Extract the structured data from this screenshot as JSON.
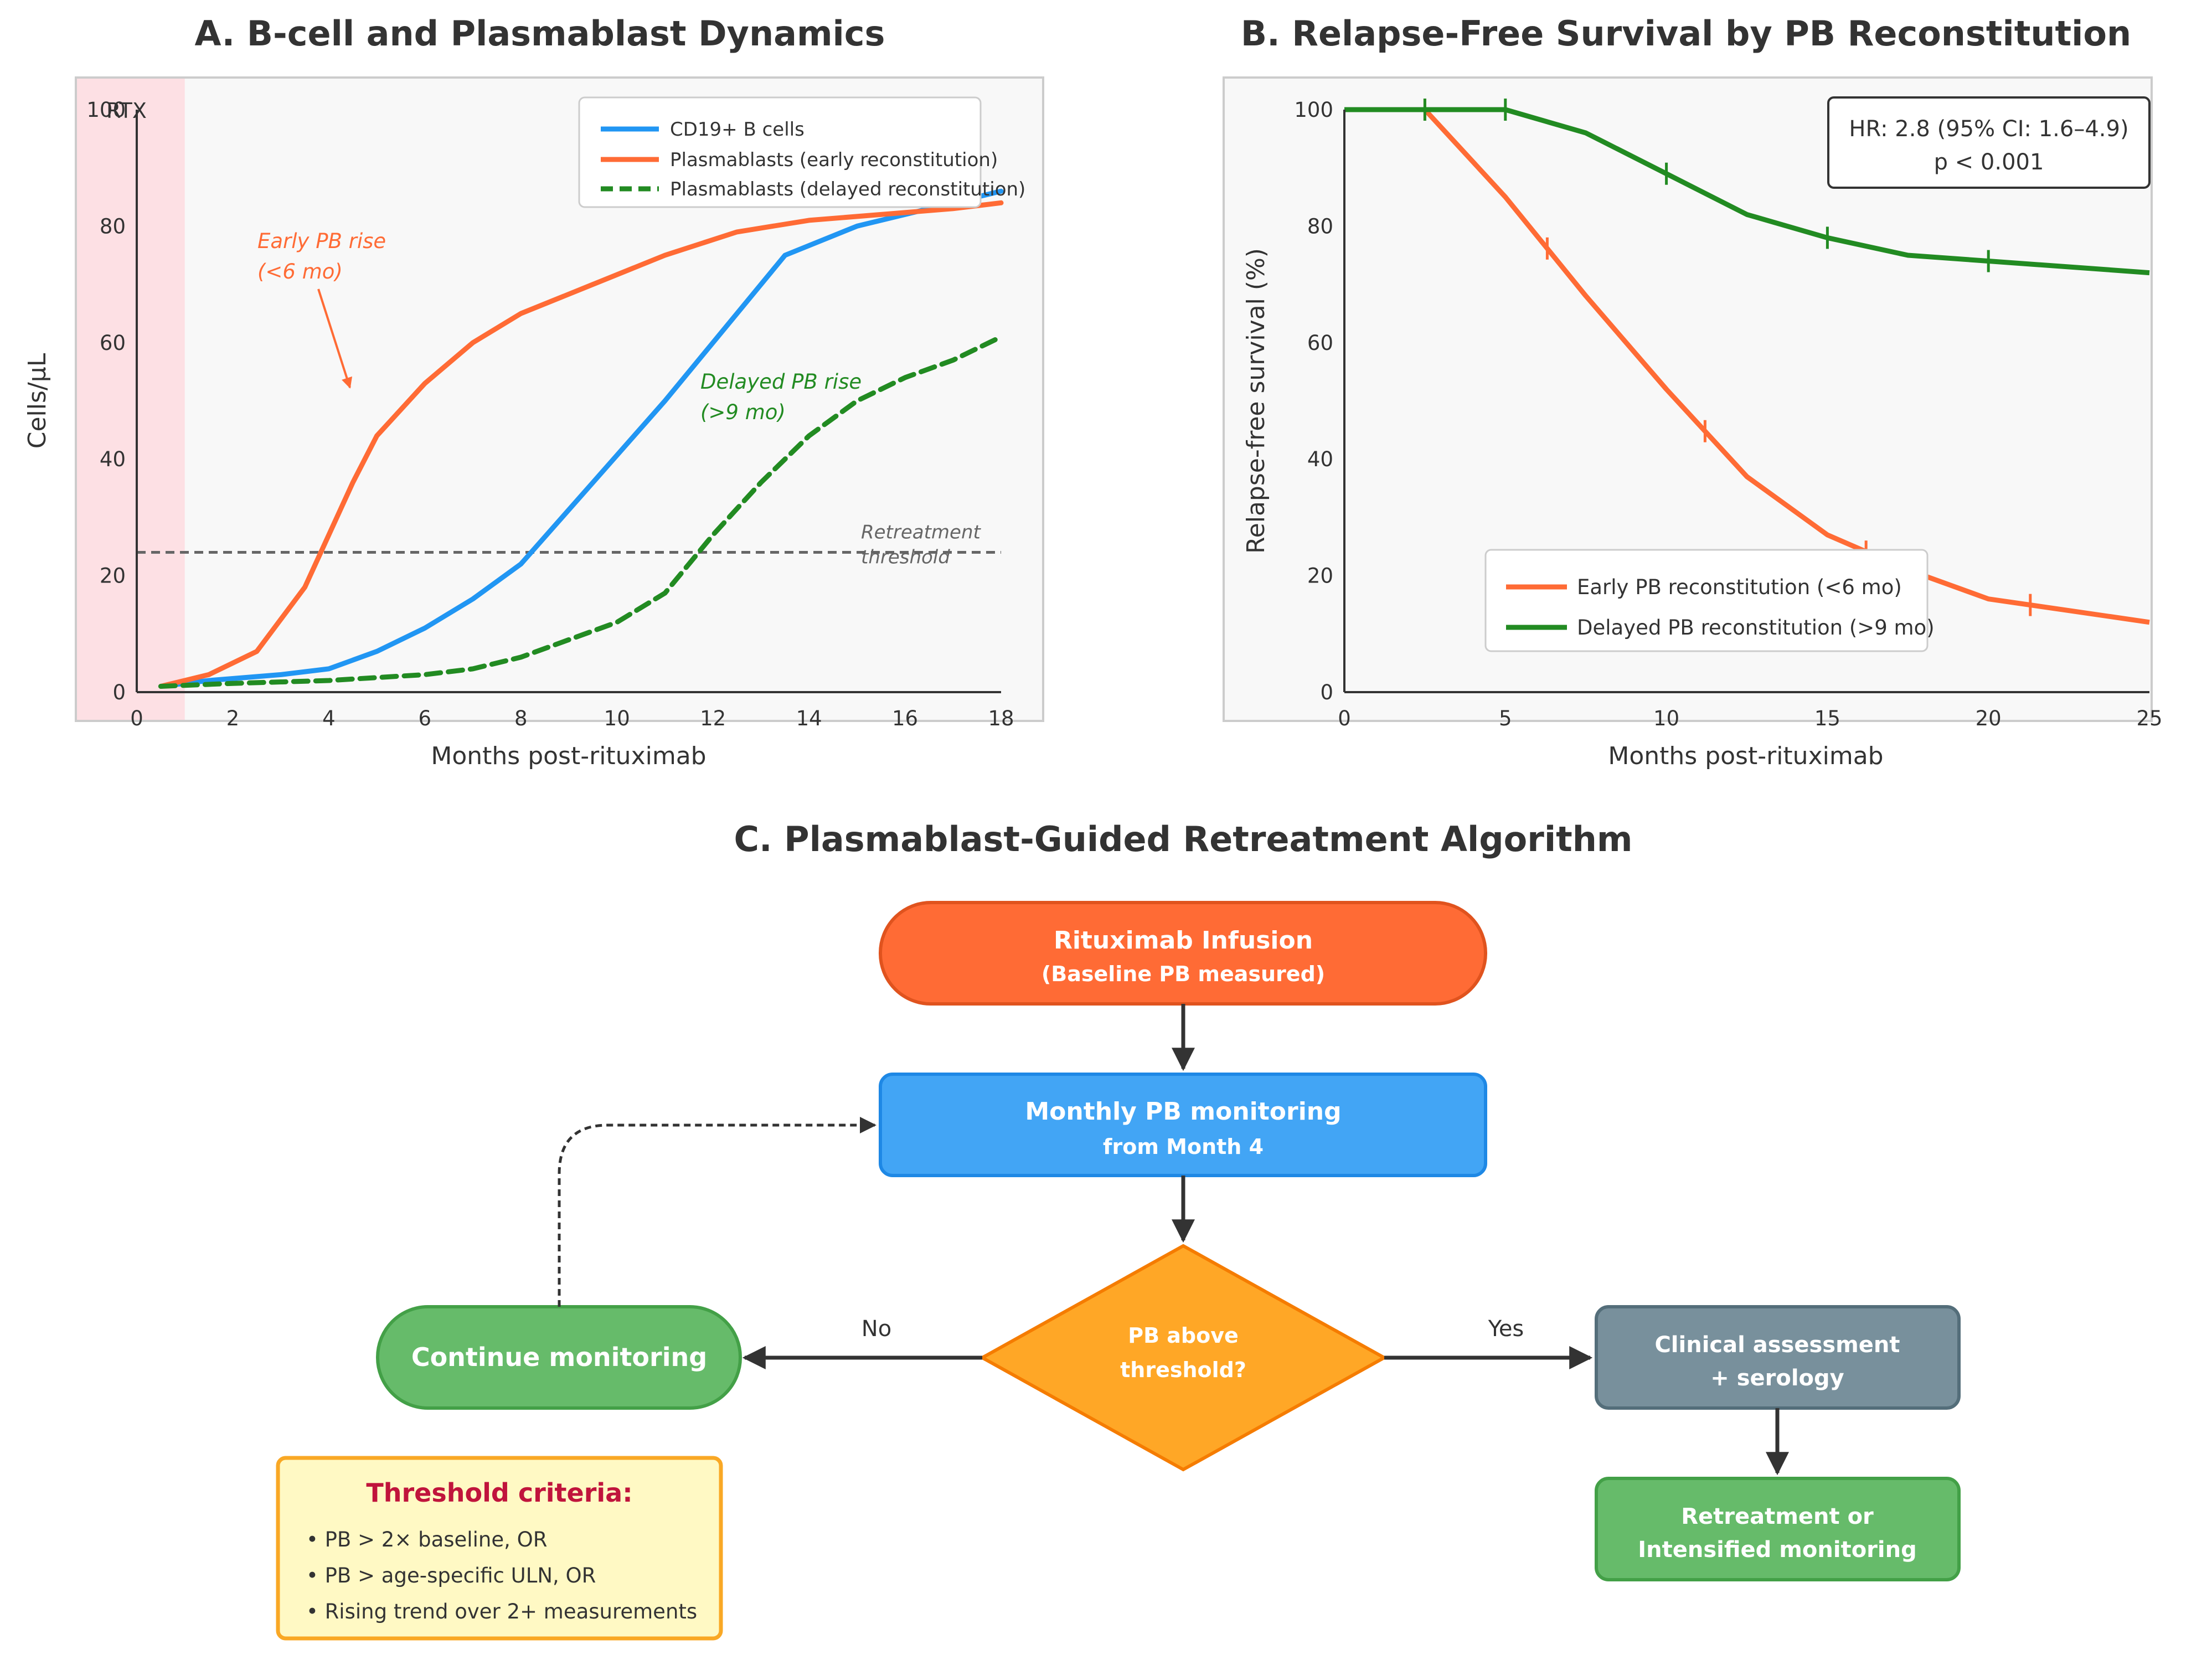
{
  "colors": {
    "bcell": "#2196f3",
    "pb_early": "#ff6b35",
    "pb_delayed": "#228b22",
    "threshold_line": "#666666",
    "rtx_band": "#fde0e4",
    "rtx_label": "#c0143c",
    "panel_bg": "#f8f8f8",
    "node_start": "#ff6b35",
    "node_monitor": "#42a5f5",
    "node_decision": "#ffa726",
    "node_continue": "#66bb6a",
    "node_clinical": "#78909c",
    "node_retreat": "#66bb6a",
    "criteria_bg": "#fff9c4",
    "criteria_border": "#f9a825",
    "criteria_title": "#c0143c"
  },
  "chart_data": [
    {
      "type": "line",
      "title": "A. B-cell and Plasmablast Dynamics",
      "xlabel": "Months post-rituximab",
      "ylabel": "Cells/μL",
      "xlim": [
        0,
        18
      ],
      "ylim": [
        0,
        100
      ],
      "xticks": [
        "0",
        "2",
        "4",
        "6",
        "8",
        "10",
        "12",
        "14",
        "16",
        "18"
      ],
      "yticks": [
        "0",
        "20",
        "40",
        "60",
        "80",
        "100"
      ],
      "grid": false,
      "legend": "top-right",
      "series": [
        {
          "name": "CD19+ B cells",
          "style": "solid",
          "x": [
            0.5,
            1.5,
            3,
            4,
            5,
            6,
            7,
            8,
            9.5,
            11,
            12.5,
            13.5,
            15,
            16.5,
            17.5,
            18
          ],
          "y": [
            1,
            2,
            3,
            4,
            7,
            11,
            16,
            22,
            36,
            50,
            65,
            75,
            80,
            83,
            85,
            86
          ]
        },
        {
          "name": "Plasmablasts (early reconstitution)",
          "style": "solid",
          "x": [
            0.5,
            1.5,
            2.5,
            3.5,
            4.5,
            5,
            6,
            7,
            8,
            9.5,
            11,
            12.5,
            14,
            15.5,
            17,
            18
          ],
          "y": [
            1,
            3,
            7,
            18,
            36,
            44,
            53,
            60,
            65,
            70,
            75,
            79,
            81,
            82,
            83,
            84
          ]
        },
        {
          "name": "Plasmablasts (delayed reconstitution)",
          "style": "dashed",
          "x": [
            0.5,
            2,
            4,
            6,
            7,
            8,
            9,
            10,
            11,
            12,
            13,
            14,
            15,
            16,
            17,
            18
          ],
          "y": [
            1,
            1.5,
            2,
            3,
            4,
            6,
            9,
            12,
            17,
            27,
            36,
            44,
            50,
            54,
            57,
            61
          ]
        }
      ],
      "shaded_band": {
        "x_range": [
          0,
          1
        ],
        "label": "RTX"
      },
      "reference_line": {
        "y": 24,
        "label_line1": "Retreatment",
        "label_line2": "threshold"
      },
      "annotations": [
        {
          "line1": "Early PB rise",
          "line2": "(<6 mo)",
          "color_key": "pb_early"
        },
        {
          "line1": "Delayed PB rise",
          "line2": "(>9 mo)",
          "color_key": "pb_delayed"
        }
      ]
    },
    {
      "type": "line",
      "title": "B. Relapse-Free Survival by PB Reconstitution",
      "xlabel": "Months post-rituximab",
      "ylabel": "Relapse-free survival (%)",
      "xlim": [
        0,
        25
      ],
      "ylim": [
        0,
        100
      ],
      "xticks": [
        "0",
        "5",
        "10",
        "15",
        "20",
        "25"
      ],
      "yticks": [
        "0",
        "20",
        "40",
        "60",
        "80",
        "100"
      ],
      "grid": false,
      "legend": "bottom-center",
      "series": [
        {
          "name": "Early PB reconstitution (<6 mo)",
          "x": [
            0,
            2.5,
            5,
            7.5,
            10,
            12.5,
            15,
            17.5,
            20,
            22.5,
            25
          ],
          "y": [
            100,
            100,
            85,
            68,
            52,
            37,
            27,
            21,
            16,
            14,
            12
          ],
          "censor_x": [
            2.5,
            6.3,
            11.2,
            16.2,
            21.3
          ]
        },
        {
          "name": "Delayed PB reconstitution (>9 mo)",
          "x": [
            0,
            2.5,
            5,
            7.5,
            10,
            12.5,
            15,
            17.5,
            20,
            22.5,
            25
          ],
          "y": [
            100,
            100,
            100,
            96,
            89,
            82,
            78,
            75,
            74,
            73,
            72
          ],
          "censor_x": [
            2.5,
            5,
            10,
            15,
            20
          ]
        }
      ],
      "stats_box": {
        "line1": "HR: 2.8 (95% CI: 1.6–4.9)",
        "line2": "p < 0.001"
      }
    }
  ],
  "flowchart": {
    "title": "C. Plasmablast-Guided Retreatment Algorithm",
    "start": {
      "line1": "Rituximab Infusion",
      "line2": "(Baseline PB measured)"
    },
    "monitor": {
      "line1": "Monthly PB monitoring",
      "line2": "from Month 4"
    },
    "decision": {
      "line1": "PB above",
      "line2": "threshold?"
    },
    "continue": {
      "label": "Continue monitoring"
    },
    "clinical": {
      "line1": "Clinical assessment",
      "line2": "+ serology"
    },
    "retreat": {
      "line1": "Retreatment or",
      "line2": "Intensified monitoring"
    },
    "edge_no": "No",
    "edge_yes": "Yes",
    "criteria": {
      "title": "Threshold criteria:",
      "items": [
        "• PB > 2× baseline, OR",
        "• PB > age-specific ULN, OR",
        "• Rising trend over 2+ measurements"
      ]
    }
  }
}
